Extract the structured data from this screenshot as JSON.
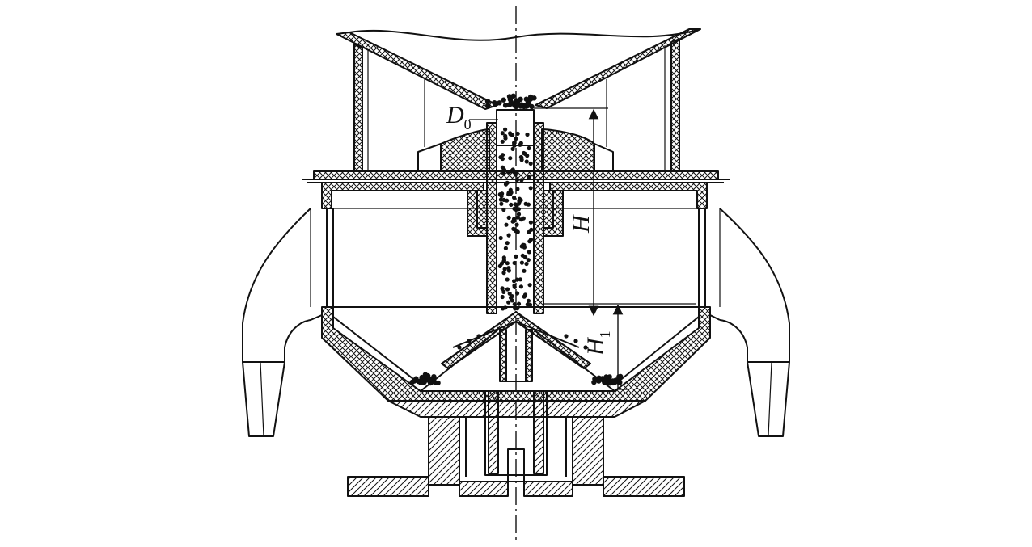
{
  "labels": {
    "d0": {
      "main": "D",
      "sub": "0"
    },
    "h": {
      "main": "H"
    },
    "h1": {
      "main": "H",
      "sub": "1"
    }
  },
  "colors": {
    "line": "#111111",
    "background": "#ffffff",
    "particle": "#111111"
  }
}
